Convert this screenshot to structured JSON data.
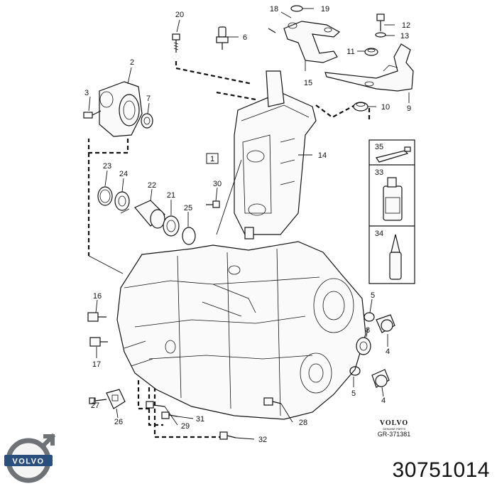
{
  "diagram": {
    "callouts": [
      "20",
      "18",
      "19",
      "12",
      "13",
      "6",
      "11",
      "2",
      "3",
      "7",
      "15",
      "9",
      "10",
      "1",
      "14",
      "35",
      "33",
      "34",
      "23",
      "24",
      "22",
      "21",
      "25",
      "30",
      "16",
      "5",
      "8",
      "4",
      "17",
      "5",
      "4",
      "27",
      "26",
      "29",
      "31",
      "28",
      "32"
    ],
    "box_label": "1"
  },
  "footer": {
    "brand_name": "VOLVO",
    "brand_subtitle": "GENUINE PARTS",
    "reference": "GR-371381",
    "part_number": "30751014",
    "logo_text": "VOLVO"
  }
}
